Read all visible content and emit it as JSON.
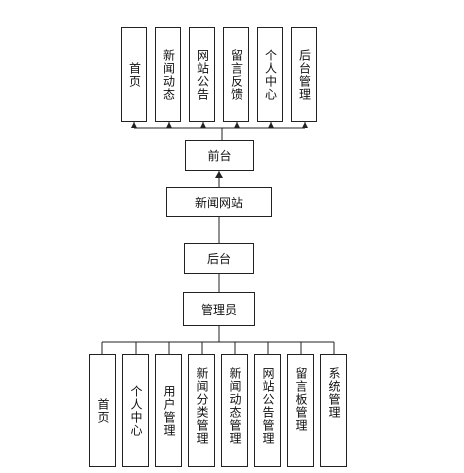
{
  "top_modules": [
    "首页",
    "新闻动态",
    "网站公告",
    "留言反馈",
    "个人中心",
    "后台管理"
  ],
  "front": "前台",
  "site": "新闻网站",
  "back": "后台",
  "admin": "管理员",
  "bottom_modules": [
    "首页",
    "个人中心",
    "用户管理",
    "新闻分类管理",
    "新闻动态管理",
    "网站公告管理",
    "留言板管理",
    "系统管理"
  ]
}
